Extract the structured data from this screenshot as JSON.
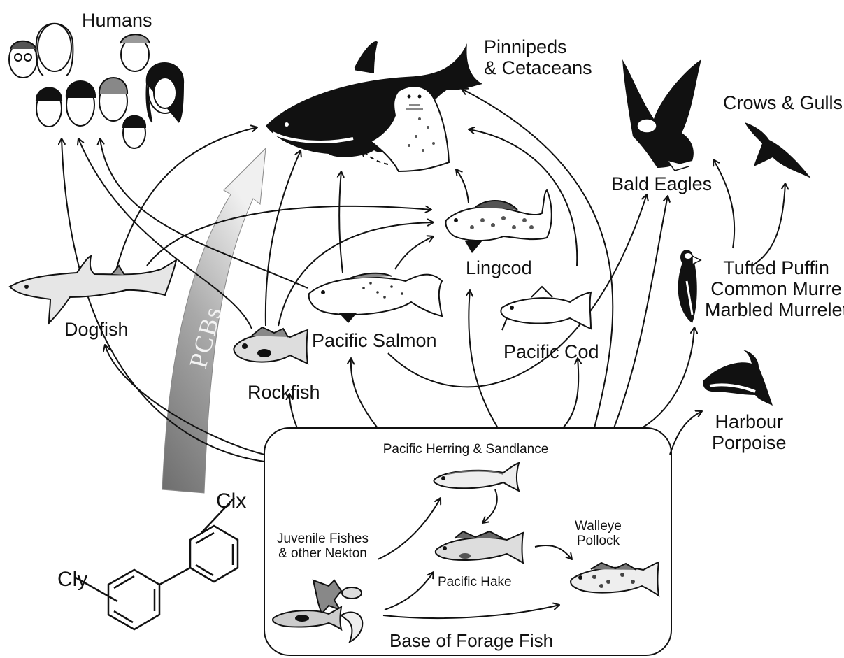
{
  "labels": {
    "humans": "Humans",
    "pinnipeds": "Pinnipeds\n& Cetaceans",
    "bald_eagles": "Bald Eagles",
    "crows_gulls": "Crows & Gulls",
    "birds": "Tufted Puffin\nCommon Murre\nMarbled Murrelet",
    "harbour_porpoise": "Harbour\nPorpoise",
    "lingcod": "Lingcod",
    "pacific_cod": "Pacific Cod",
    "pacific_salmon": "Pacific Salmon",
    "rockfish": "Rockfish",
    "dogfish": "Dogfish",
    "pcbs": "PCBs",
    "herring_sandlance": "Pacific Herring & Sandlance",
    "juvenile_fishes": "Juvenile Fishes\n& other Nekton",
    "pacific_hake": "Pacific Hake",
    "walleye_pollock": "Walleye\nPollock",
    "base_forage": "Base of Forage Fish",
    "clx": "Clx",
    "cly": "Cly"
  },
  "colors": {
    "ink": "#111111",
    "background": "#ffffff",
    "pcb_arrow_dark": "#6d6d6d",
    "pcb_arrow_light": "#f0f0f0"
  },
  "icons": [
    "orca-icon",
    "seal-icon",
    "eagle-icon",
    "crow-icon",
    "puffin-icon",
    "porpoise-icon",
    "lingcod-icon",
    "cod-icon",
    "salmon-icon",
    "rockfish-icon",
    "dogfish-icon",
    "herring-icon",
    "hake-icon",
    "pollock-icon",
    "nekton-icon",
    "human-face-icon",
    "biphenyl-structure-icon"
  ]
}
